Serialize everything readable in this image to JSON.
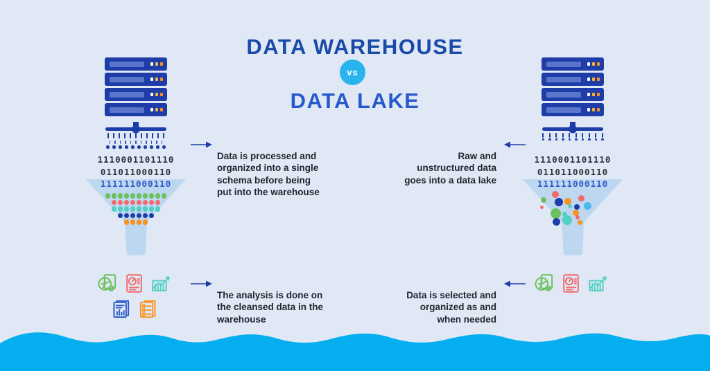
{
  "title": {
    "warehouse": "DATA WAREHOUSE",
    "vs": "vs",
    "lake": "DATA LAKE"
  },
  "colors": {
    "background": "#e0e8f5",
    "title_warehouse": "#1a4aa8",
    "title_lake": "#2659cc",
    "vs_badge": "#29b4ee",
    "navy": "#1d3da8",
    "server_body": "#1e3da8",
    "server_slot": "#5a76ca",
    "funnel": "#bdd7f0",
    "wave": "#04aeef",
    "binary_dark": "#2e323d",
    "binary_blue": "#2b59c8",
    "text": "#22252d"
  },
  "binary": {
    "lines": [
      "1110001101110",
      "011011000110",
      "111111000110"
    ]
  },
  "annotations": {
    "warehouse_in": "Data is processed and\norganized into a single\nschema before being\nput into the warehouse",
    "lake_in": "Raw and\nunstructured data\ngoes into a data lake",
    "warehouse_out": "The analysis is done on\nthe cleansed data in the\nwarehouse",
    "lake_out": "Data is selected and\norganized as and\nwhen needed"
  },
  "server": {
    "unit_count": 4,
    "led_colors": [
      "#ffffff",
      "#fbb03b",
      "#f7941d"
    ]
  },
  "decor": {
    "tick_count": 11,
    "small_tick_count": 11,
    "dot_count": 10,
    "pin_count": 10
  },
  "funnel_left": {
    "rows": [
      {
        "count": 10,
        "color": "#6cc05f"
      },
      {
        "count": 8,
        "color": "#f2696b"
      },
      {
        "count": 8,
        "color": "#52d0c2"
      },
      {
        "count": 6,
        "color": "#1d3da8"
      },
      {
        "count": 4,
        "color": "#f7941d"
      }
    ],
    "row_tops": [
      20,
      29.5,
      39,
      48.5,
      58
    ]
  },
  "funnel_right": {
    "bubbles": [
      {
        "x": 50,
        "y": 22,
        "r": 5,
        "color": "#f2696b"
      },
      {
        "x": 33,
        "y": 30,
        "r": 4,
        "color": "#6cc05f"
      },
      {
        "x": 55,
        "y": 33,
        "r": 6,
        "color": "#1d3da8"
      },
      {
        "x": 68,
        "y": 32,
        "r": 5,
        "color": "#f7941d"
      },
      {
        "x": 87,
        "y": 27,
        "r": 4.5,
        "color": "#f2696b"
      },
      {
        "x": 96,
        "y": 38,
        "r": 5.5,
        "color": "#4db8e8"
      },
      {
        "x": 81,
        "y": 40,
        "r": 4,
        "color": "#1d3da8"
      },
      {
        "x": 71,
        "y": 39,
        "r": 3,
        "color": "#52d0c2"
      },
      {
        "x": 30,
        "y": 40,
        "r": 2.5,
        "color": "#f2696b"
      },
      {
        "x": 50,
        "y": 49,
        "r": 7.5,
        "color": "#6cc05f"
      },
      {
        "x": 63,
        "y": 50,
        "r": 3.5,
        "color": "#52d0c2"
      },
      {
        "x": 79,
        "y": 48,
        "r": 4.5,
        "color": "#f7941d"
      },
      {
        "x": 51,
        "y": 61,
        "r": 5.5,
        "color": "#1d3da8"
      },
      {
        "x": 67,
        "y": 59,
        "r": 7,
        "color": "#52d0c2"
      },
      {
        "x": 82,
        "y": 55,
        "r": 3,
        "color": "#f2696b"
      },
      {
        "x": 85,
        "y": 62,
        "r": 3.5,
        "color": "#f7941d"
      }
    ]
  },
  "icons": {
    "left_row1": [
      {
        "name": "pie-chart-document-icon",
        "symbol": "pie-doc",
        "color": "#6cc05f"
      },
      {
        "name": "gauge-report-icon",
        "symbol": "gauge-report",
        "color": "#f2696b"
      },
      {
        "name": "trend-chart-icon",
        "symbol": "trend-chart",
        "color": "#52d0c2"
      }
    ],
    "left_row2": [
      {
        "name": "documents-stack-icon",
        "symbol": "doc-stack",
        "color": "#2b59c8"
      },
      {
        "name": "checklist-icon",
        "symbol": "checklist",
        "color": "#f7941d"
      }
    ],
    "right_row1": [
      {
        "name": "pie-chart-document-icon",
        "symbol": "pie-doc",
        "color": "#6cc05f"
      },
      {
        "name": "gauge-report-icon",
        "symbol": "gauge-report",
        "color": "#f2696b"
      },
      {
        "name": "trend-chart-icon",
        "symbol": "trend-chart",
        "color": "#52d0c2"
      }
    ]
  }
}
